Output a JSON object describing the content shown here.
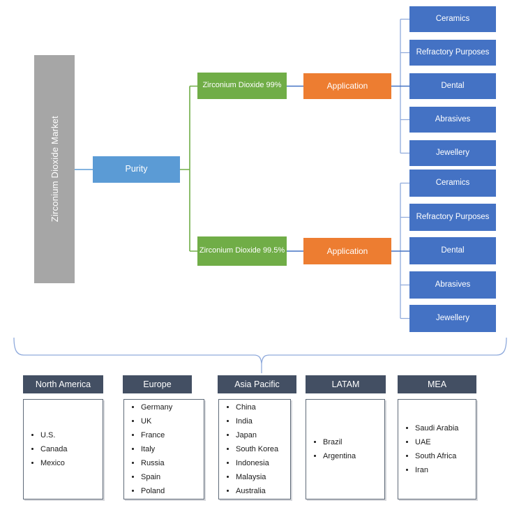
{
  "diagram": {
    "root_label": "Zirconium Dioxide Market",
    "purity_label": "Purity",
    "branches": [
      {
        "purity_grade": "Zirconium Dioxide 99%",
        "node_label": "Application",
        "applications": [
          "Ceramics",
          "Refractory Purposes",
          "Dental",
          "Abrasives",
          "Jewellery"
        ]
      },
      {
        "purity_grade": "Zirconium Dioxide 99.5%",
        "node_label": "Application",
        "applications": [
          "Ceramics",
          "Refractory Purposes",
          "Dental",
          "Abrasives",
          "Jewellery"
        ]
      }
    ]
  },
  "regions": [
    {
      "name": "North America",
      "countries": [
        "U.S.",
        "Canada",
        "Mexico"
      ]
    },
    {
      "name": "Europe",
      "countries": [
        "Germany",
        "UK",
        "France",
        "Italy",
        "Russia",
        "Spain",
        "Poland"
      ]
    },
    {
      "name": "Asia Pacific",
      "countries": [
        "China",
        "India",
        "Japan",
        "South Korea",
        "Indonesia",
        "Malaysia",
        "Australia"
      ]
    },
    {
      "name": "LATAM",
      "countries": [
        "Brazil",
        "Argentina"
      ]
    },
    {
      "name": "MEA",
      "countries": [
        "Saudi Arabia",
        "UAE",
        "South Africa",
        "Iran"
      ]
    }
  ],
  "colors": {
    "root_bar_gray": "#A6A6A6",
    "purity_blue": "#5B9BD5",
    "grade_green": "#70AD47",
    "application_orange": "#ED7D31",
    "app_item_blue": "#4472C4",
    "region_header_slate": "#434F63",
    "brace_light_blue": "#8FAADC",
    "connector_blue": "#4472C4"
  }
}
